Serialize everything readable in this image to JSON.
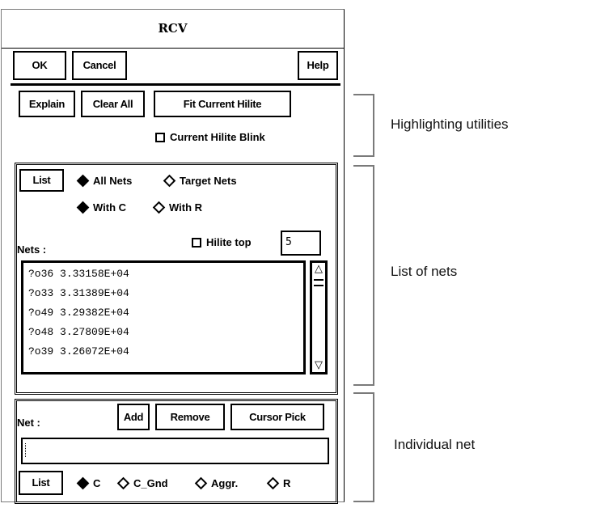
{
  "dialog": {
    "title": "RCV",
    "buttons": {
      "ok": "OK",
      "cancel": "Cancel",
      "help": "Help"
    }
  },
  "highlighting": {
    "explain": "Explain",
    "clear_all": "Clear All",
    "fit_current_hilite": "Fit Current Hilite",
    "current_hilite_blink": {
      "label": "Current Hilite Blink",
      "checked": false
    }
  },
  "list_of_nets": {
    "list_button": "List",
    "scope_options": [
      {
        "label": "All Nets",
        "selected": true
      },
      {
        "label": "Target Nets",
        "selected": false
      }
    ],
    "type_options": [
      {
        "label": "With C",
        "selected": true
      },
      {
        "label": "With R",
        "selected": false
      }
    ],
    "nets_label": "Nets :",
    "hilite_top": {
      "label": "Hilite top",
      "checked": false,
      "value": "5"
    },
    "nets": [
      {
        "name": "?o36",
        "value": "3.33158E+04"
      },
      {
        "name": "?o33",
        "value": "3.31389E+04"
      },
      {
        "name": "?o49",
        "value": "3.29382E+04"
      },
      {
        "name": "?o48",
        "value": "3.27809E+04"
      },
      {
        "name": "?o39",
        "value": "3.26072E+04"
      }
    ]
  },
  "individual_net": {
    "net_label": "Net :",
    "add": "Add",
    "remove": "Remove",
    "cursor_pick": "Cursor Pick",
    "net_value": "",
    "list_button": "List",
    "options": [
      {
        "label": "C",
        "selected": true
      },
      {
        "label": "C_Gnd",
        "selected": false
      },
      {
        "label": "Aggr.",
        "selected": false
      },
      {
        "label": "R",
        "selected": false
      }
    ]
  },
  "annotations": {
    "highlighting": "Highlighting utilities",
    "list_of_nets": "List of nets",
    "individual_net": "Individual net"
  }
}
